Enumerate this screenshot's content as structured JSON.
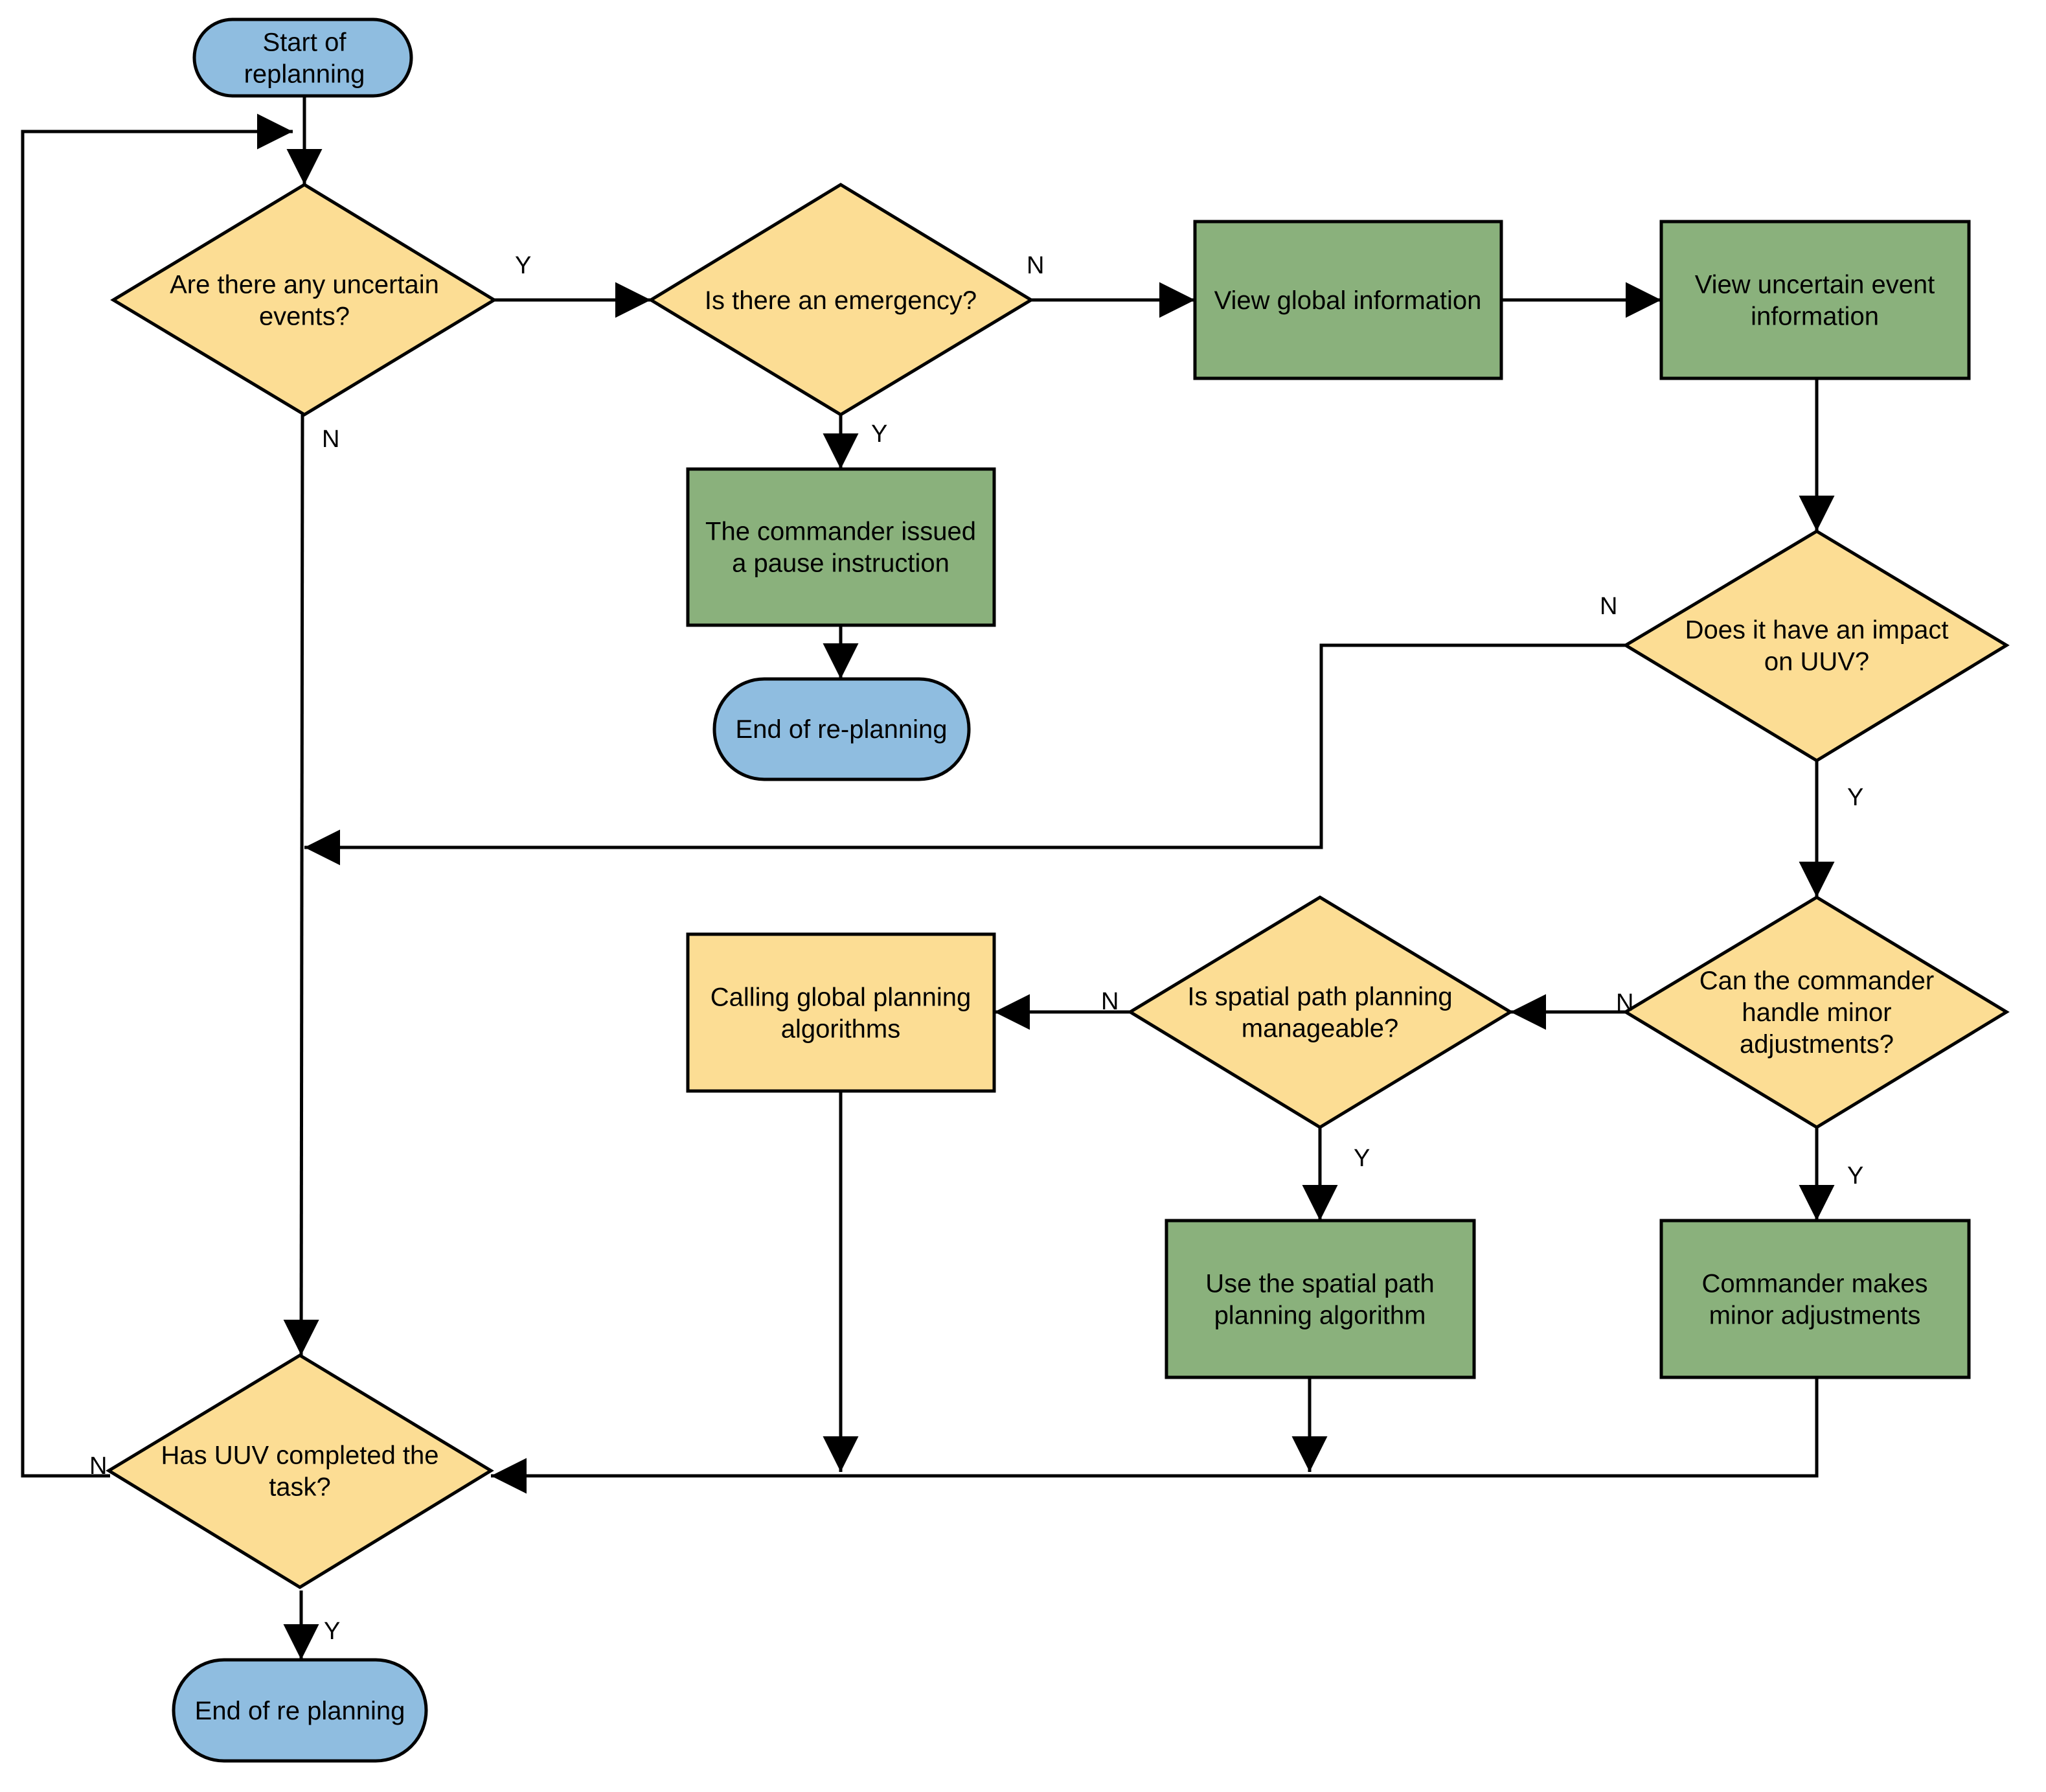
{
  "colors": {
    "terminal": "#8fbde0",
    "decision": "#fcdd94",
    "process": "#8ab17c",
    "algorithm": "#fcdd94",
    "line": "#000000"
  },
  "nodes": {
    "start": {
      "lines": [
        "Start of",
        "replanning"
      ]
    },
    "d_uncertain": {
      "lines": [
        "Are there any uncertain",
        "events?"
      ]
    },
    "d_emergency": {
      "lines": [
        "Is there an emergency?"
      ]
    },
    "p_view_global": {
      "lines": [
        "View global information"
      ]
    },
    "p_view_uncertain": {
      "lines": [
        "View uncertain event",
        "information"
      ]
    },
    "p_pause": {
      "lines": [
        "The commander issued",
        "a pause instruction"
      ]
    },
    "end_replanning_1": {
      "lines": [
        "End of re-planning"
      ]
    },
    "d_impact": {
      "lines": [
        "Does it have an impact",
        "on UUV?"
      ]
    },
    "d_minor": {
      "lines": [
        "Can the commander",
        "handle minor",
        "adjustments?"
      ]
    },
    "d_spatial": {
      "lines": [
        "Is spatial path planning",
        "manageable?"
      ]
    },
    "p_global_alg": {
      "lines": [
        "Calling global planning",
        "algorithms"
      ]
    },
    "p_spatial_alg": {
      "lines": [
        "Use the spatial path",
        "planning algorithm"
      ]
    },
    "p_minor_adj": {
      "lines": [
        "Commander makes",
        "minor adjustments"
      ]
    },
    "d_completed": {
      "lines": [
        "Has UUV completed the",
        "task?"
      ]
    },
    "end_replanning_2": {
      "lines": [
        "End of re planning"
      ]
    }
  },
  "edge_labels": {
    "uncertain_yes": "Y",
    "uncertain_no": "N",
    "emergency_no": "N",
    "emergency_yes": "Y",
    "impact_no": "N",
    "impact_yes": "Y",
    "minor_no": "N",
    "minor_yes": "Y",
    "spatial_no": "N",
    "spatial_yes": "Y",
    "completed_no": "N",
    "completed_yes": "Y"
  }
}
